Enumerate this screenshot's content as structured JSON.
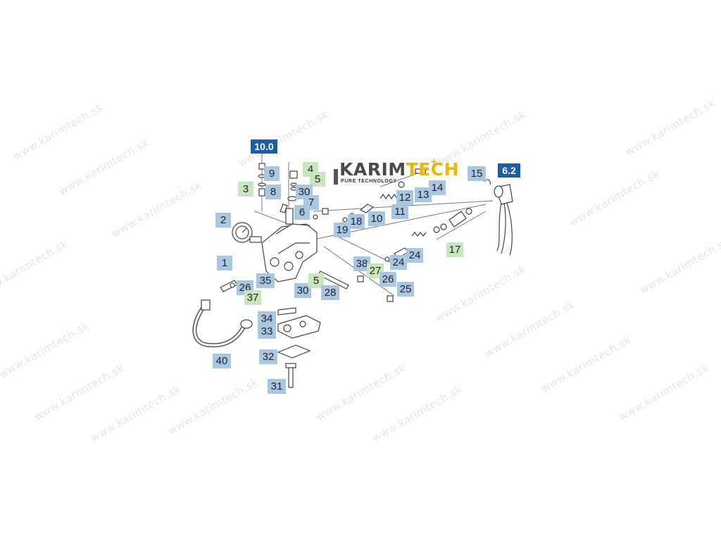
{
  "watermark": "www.karimtech.sk",
  "logo": {
    "karim": "KARIM",
    "tech": "TECH",
    "plus": "+",
    "tagline": "PURE TECHNOLOGY"
  },
  "colors": {
    "label_blue": "#a9c7e3",
    "label_green": "#c9e7bf",
    "label_dark": "#1a5ea8",
    "logo_yellow": "#f2b400"
  },
  "callouts": [
    {
      "text": "10.0",
      "style": "dark"
    },
    {
      "text": "9",
      "style": "blue"
    },
    {
      "text": "3",
      "style": "green"
    },
    {
      "text": "8",
      "style": "blue"
    },
    {
      "text": "4",
      "style": "green"
    },
    {
      "text": "5",
      "style": "green"
    },
    {
      "text": "30",
      "style": "blue"
    },
    {
      "text": "7",
      "style": "blue"
    },
    {
      "text": "6",
      "style": "blue"
    },
    {
      "text": "2",
      "style": "blue"
    },
    {
      "text": "1",
      "style": "blue"
    },
    {
      "text": "19",
      "style": "blue"
    },
    {
      "text": "18",
      "style": "blue"
    },
    {
      "text": "10",
      "style": "blue"
    },
    {
      "text": "11",
      "style": "blue"
    },
    {
      "text": "12",
      "style": "blue"
    },
    {
      "text": "13",
      "style": "blue"
    },
    {
      "text": "14",
      "style": "blue"
    },
    {
      "text": "15",
      "style": "blue"
    },
    {
      "text": "6.2",
      "style": "dark"
    },
    {
      "text": "17",
      "style": "green"
    },
    {
      "text": "24",
      "style": "blue"
    },
    {
      "text": "24",
      "style": "blue"
    },
    {
      "text": "38",
      "style": "blue"
    },
    {
      "text": "27",
      "style": "green"
    },
    {
      "text": "26",
      "style": "blue"
    },
    {
      "text": "25",
      "style": "blue"
    },
    {
      "text": "26",
      "style": "blue"
    },
    {
      "text": "37",
      "style": "green"
    },
    {
      "text": "35",
      "style": "blue"
    },
    {
      "text": "30",
      "style": "blue"
    },
    {
      "text": "5",
      "style": "green"
    },
    {
      "text": "28",
      "style": "blue"
    },
    {
      "text": "34",
      "style": "blue"
    },
    {
      "text": "33",
      "style": "blue"
    },
    {
      "text": "32",
      "style": "blue"
    },
    {
      "text": "40",
      "style": "blue"
    },
    {
      "text": "31",
      "style": "blue"
    }
  ]
}
